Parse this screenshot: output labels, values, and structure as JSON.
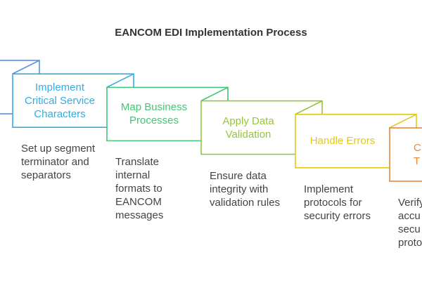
{
  "title": "EANCOM EDI Implementation Process",
  "steps": [
    {
      "label": "",
      "description": "",
      "color": "#5a8fe0"
    },
    {
      "label": "Implement\nCritical Service\nCharacters",
      "description": "Set up segment\nterminator and\nseparators",
      "color": "#35ace0"
    },
    {
      "label": "Map Business\nProcesses",
      "description": "Translate\ninternal\nformats to\nEANCOM\nmessages",
      "color": "#45c577"
    },
    {
      "label": "Apply Data\nValidation",
      "description": "Ensure data\nintegrity with\nvalidation rules",
      "color": "#95c53c"
    },
    {
      "label": "Handle Errors",
      "description": "Implement\nprotocols for\nsecurity errors",
      "color": "#e2c81c"
    },
    {
      "label": "C\nT",
      "description": "Verify\naccu\nsecu\nproto",
      "color": "#e5883a"
    }
  ]
}
